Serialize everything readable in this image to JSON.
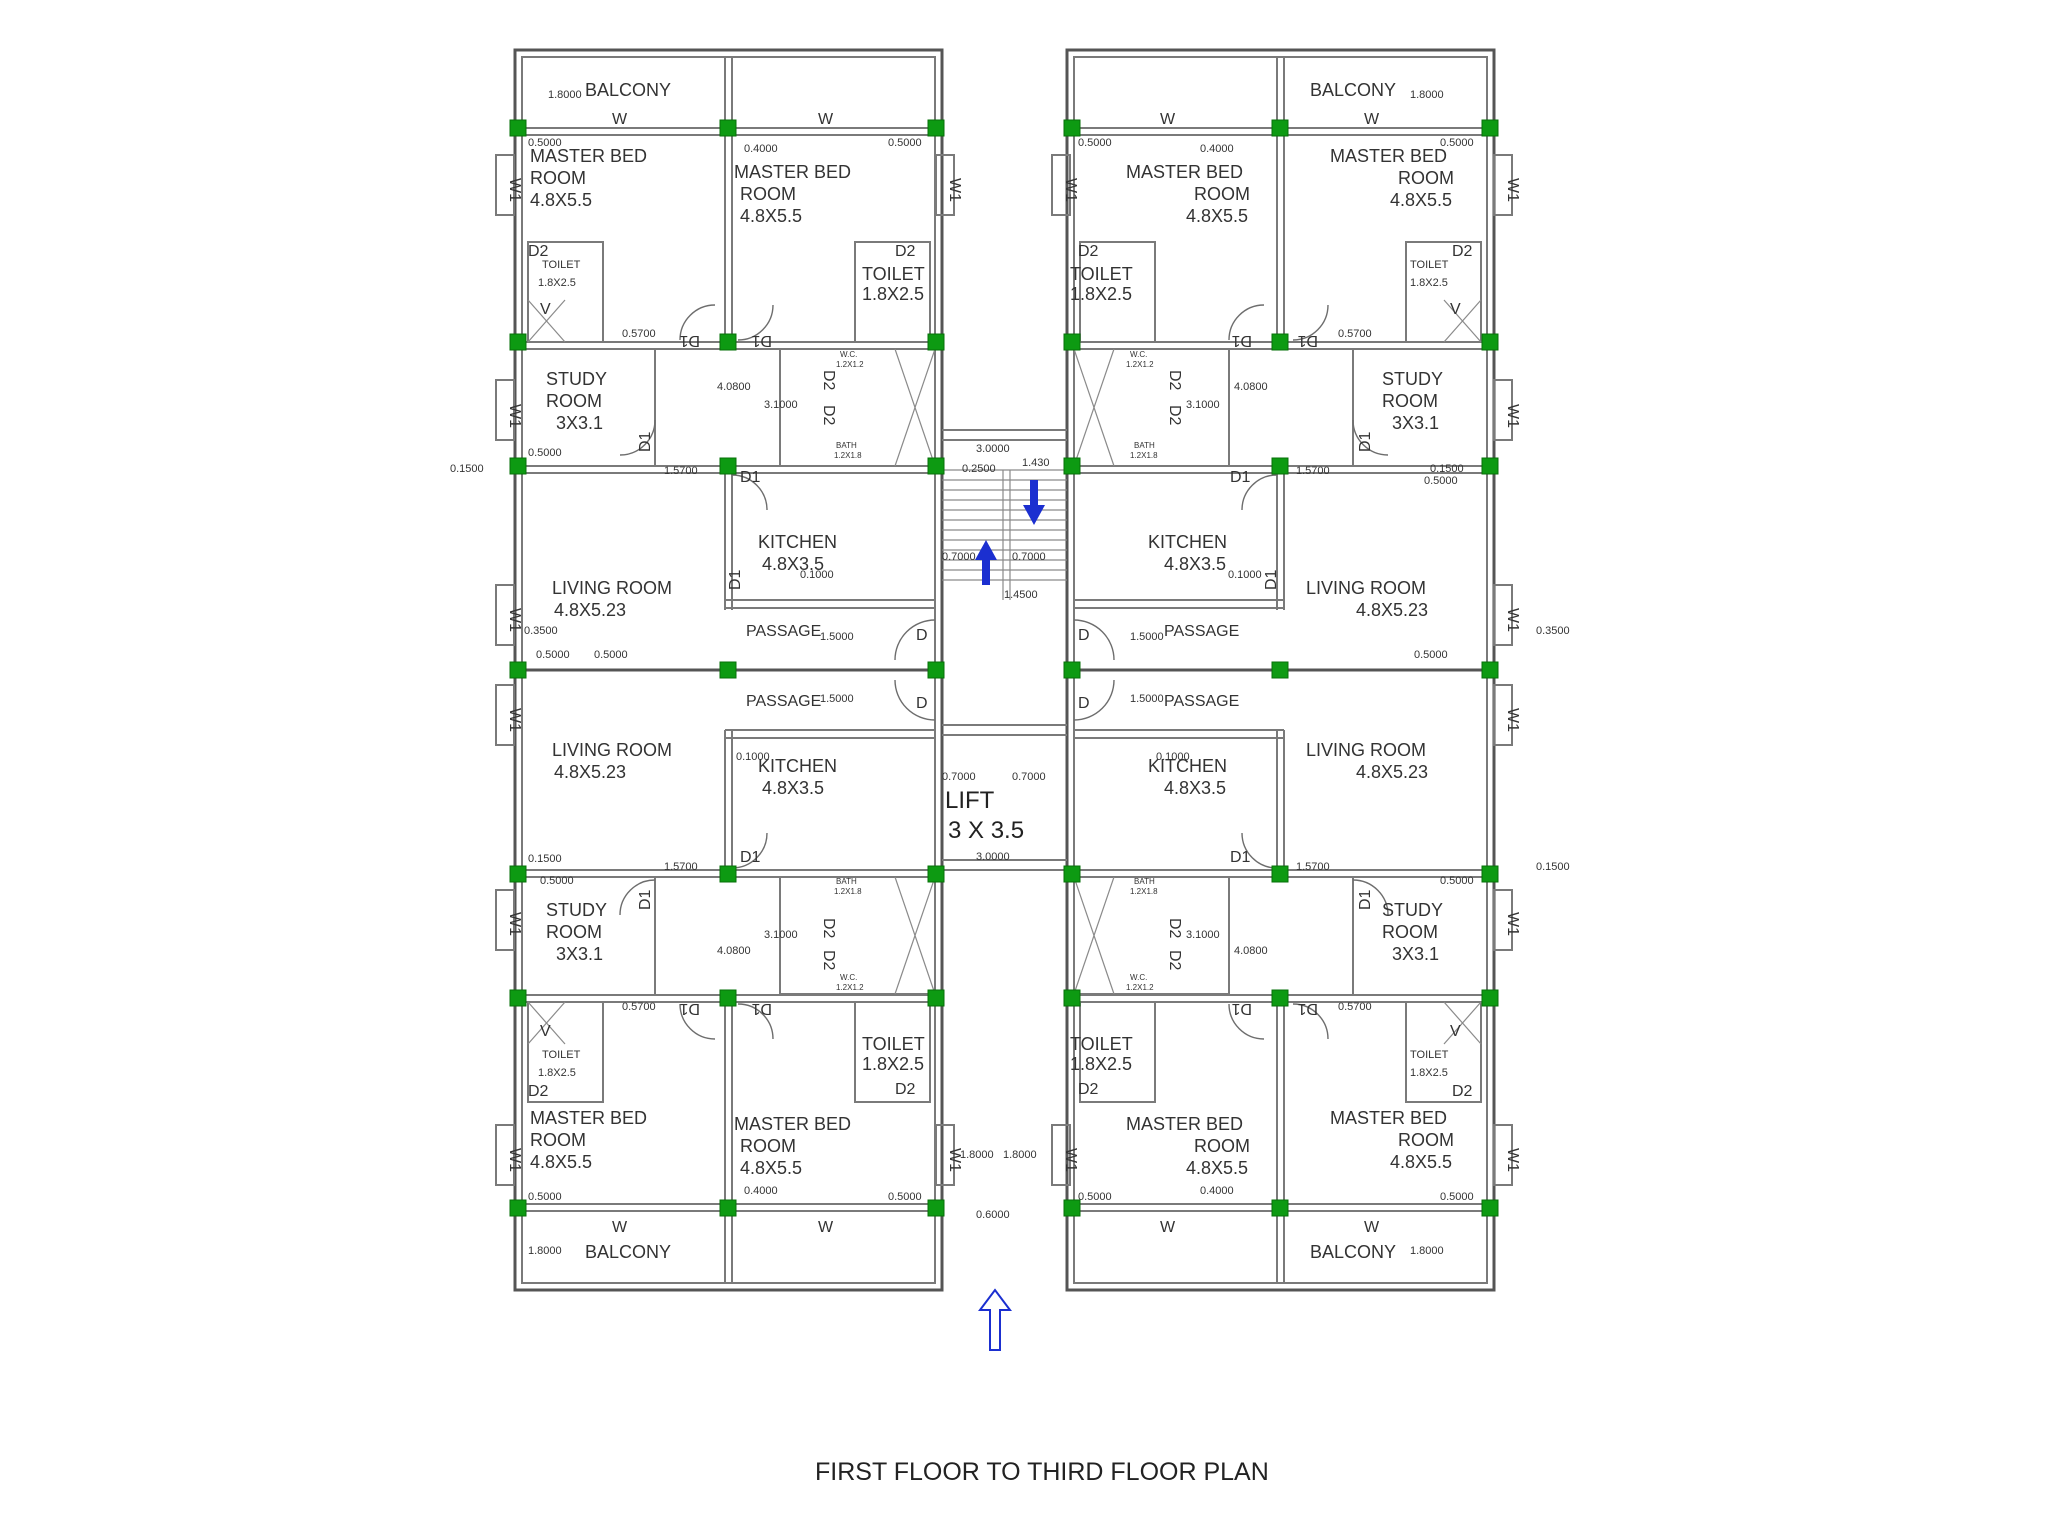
{
  "title": "FIRST FLOOR TO THIRD FLOOR PLAN",
  "lift": {
    "name": "LIFT",
    "size": "3 X 3.5"
  },
  "colors": {
    "column": "#0d9a12",
    "arrow": "#1b2fd0",
    "wall": "#7a7a7a"
  },
  "labels": {
    "balcony": "BALCONY",
    "master_bed": "MASTER BED",
    "room": "ROOM",
    "master_size": "4.8X5.5",
    "toilet": "TOILET",
    "toilet_size": "1.8X2.5",
    "study": "STUDY",
    "study_size": "3X3.1",
    "living": "LIVING ROOM",
    "living_size": "4.8X5.23",
    "kitchen": "KITCHEN",
    "kitchen_size": "4.8X3.5",
    "passage": "PASSAGE",
    "wc": "W.C.",
    "wc_size": "1.2X1.2",
    "bath": "BATH",
    "bath_size": "1.2X1.8",
    "door_d": "D",
    "door_d1": "D1",
    "door_d2": "D2",
    "window_w": "W",
    "window_w1": "W1",
    "vent": "V"
  },
  "dims": {
    "d_1_8": "1.8000",
    "d_0_5": "0.5000",
    "d_0_4": "0.4000",
    "d_0_57": "0.5700",
    "d_4_08": "4.0800",
    "d_3_1": "3.1000",
    "d_1_57": "1.5700",
    "d_0_15": "0.1500",
    "d_0_35": "0.3500",
    "d_1_5": "1.5000",
    "d_3_0": "3.0000",
    "d_0_25": "0.2500",
    "d_0_7": "0.7000",
    "d_1_45": "1.4500",
    "d_0_1": "0.1000",
    "d_1_43": "1.430",
    "d_0_6": "0.6000"
  }
}
